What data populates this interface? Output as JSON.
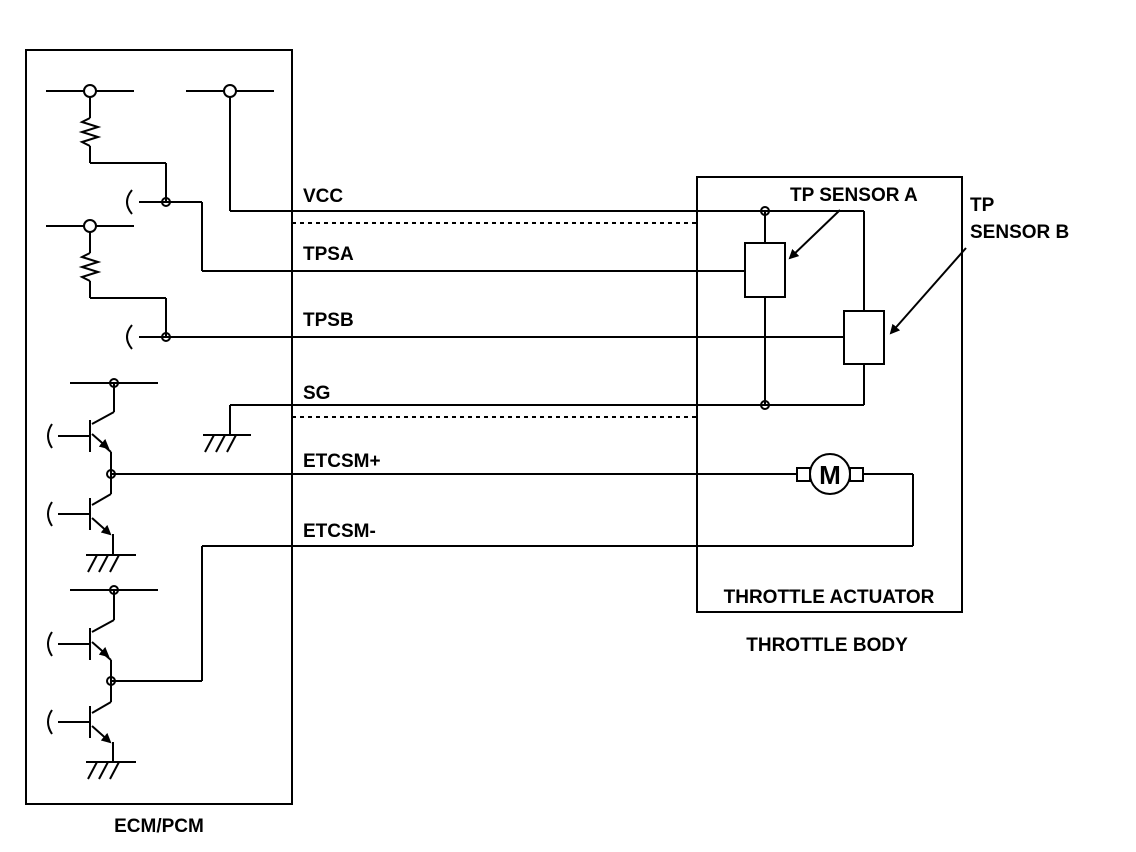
{
  "labels": {
    "vcc": "VCC",
    "tpsa": "TPSA",
    "tpsb": "TPSB",
    "sg": "SG",
    "etcsm_plus": "ETCSM+",
    "etcsm_minus": "ETCSM-",
    "tp_sensor_a": "TP SENSOR A",
    "tp_sensor_b_line1": "TP",
    "tp_sensor_b_line2": "SENSOR B",
    "motor": "M",
    "throttle_actuator": "THROTTLE ACTUATOR",
    "throttle_body": "THROTTLE BODY",
    "ecm_pcm": "ECM/PCM"
  }
}
